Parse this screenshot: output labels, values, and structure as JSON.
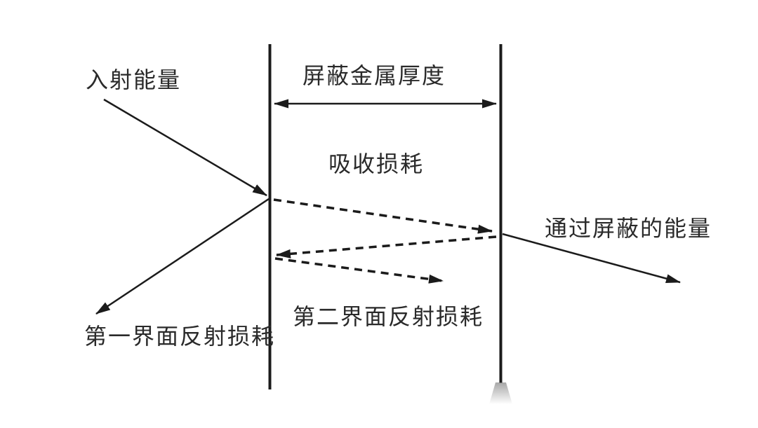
{
  "diagram": {
    "labels": {
      "incident_energy": "入射能量",
      "shield_metal_thickness": "屏蔽金属厚度",
      "absorption_loss": "吸收损耗",
      "energy_through_shield": "通过屏蔽的能量",
      "second_interface_reflection_loss": "第二界面反射损耗",
      "first_interface_reflection_loss": "第一界面反射损耗"
    },
    "arrows": [
      {
        "name": "shield-thickness-dimension-arrow",
        "style": "solid",
        "heads": "both-ends"
      },
      {
        "name": "incident-ray-arrow",
        "style": "solid",
        "heads": "end"
      },
      {
        "name": "first-interface-reflected-ray-arrow",
        "style": "solid",
        "heads": "end"
      },
      {
        "name": "internal-reflection-ray-1",
        "style": "dashed",
        "heads": "end"
      },
      {
        "name": "internal-reflection-ray-2",
        "style": "dashed",
        "heads": "end"
      },
      {
        "name": "internal-reflection-ray-3",
        "style": "dashed",
        "heads": "end"
      },
      {
        "name": "transmitted-ray-arrow",
        "style": "solid",
        "heads": "end"
      }
    ],
    "colors": {
      "background": "#ffffff",
      "line": "#1b1b1b",
      "text": "#2a2a2a",
      "wall_smudge": "#8a8a8a"
    }
  }
}
